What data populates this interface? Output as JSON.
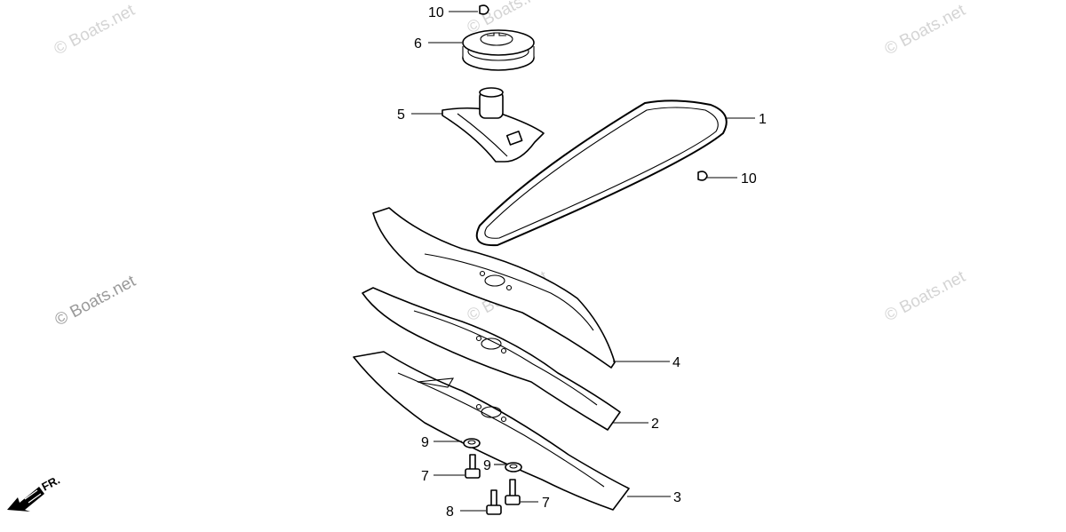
{
  "diagram": {
    "watermarks": [
      "© Boats.net",
      "© Boats.net",
      "© Boats.net",
      "© Boats.net",
      "© Boats.net",
      "© Boats.net"
    ],
    "direction_marker": "FR.",
    "callouts": {
      "belt": "1",
      "washer_right": "10",
      "washer_top": "10",
      "pulley": "6",
      "holder": "5",
      "blade_top": "4",
      "blade_middle": "2",
      "blade_bottom": "3",
      "nut_left": "9",
      "nut_right": "9",
      "bolt_left": "7",
      "bolt_right": "7",
      "bolt_bottom": "8"
    }
  }
}
